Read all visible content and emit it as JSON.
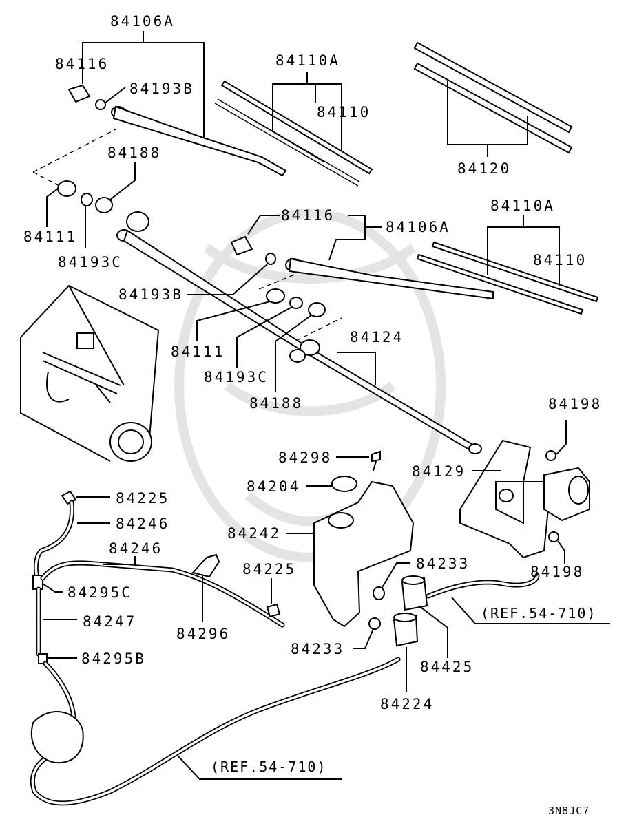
{
  "labels": {
    "l_84106A_top": "84106A",
    "l_84116_top": "84116",
    "l_84193B_top": "84193B",
    "l_84110A_top": "84110A",
    "l_84110_top": "84110",
    "l_84120": "84120",
    "l_84188_top": "84188",
    "l_84111_top": "84111",
    "l_84193C_top": "84193C",
    "l_84116_mid": "84116",
    "l_84106A_mid": "84106A",
    "l_84110A_right": "84110A",
    "l_84110_right": "84110",
    "l_84193B_mid": "84193B",
    "l_84111_mid": "84111",
    "l_84193C_mid": "84193C",
    "l_84188_mid": "84188",
    "l_84124": "84124",
    "l_84198_top": "84198",
    "l_84298": "84298",
    "l_84129": "84129",
    "l_84204": "84204",
    "l_84225_top": "84225",
    "l_84246_a": "84246",
    "l_84242": "84242",
    "l_84246_b": "84246",
    "l_84225_mid": "84225",
    "l_84233_right": "84233",
    "l_84198_bottom": "84198",
    "l_84295C": "84295C",
    "l_84247": "84247",
    "l_84296": "84296",
    "l_84233_left": "84233",
    "l_84295B": "84295B",
    "l_84425": "84425",
    "l_84224": "84224"
  },
  "references": {
    "ref_right": "(REF.54-710)",
    "ref_bottom": "(REF.54-710)"
  },
  "diagram_code": "3N8JC7"
}
